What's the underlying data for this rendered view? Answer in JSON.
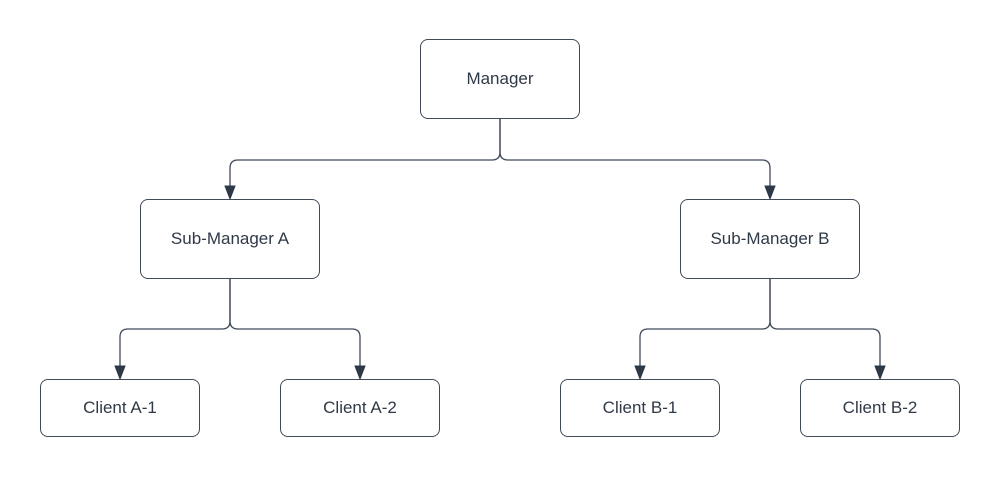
{
  "diagram": {
    "type": "org-chart",
    "colors": {
      "background": "#ffffff",
      "node_fill": "#ffffff",
      "stroke": "#404a59",
      "text": "#2f3947",
      "arrow": "#2e3947"
    },
    "nodes": [
      {
        "id": "manager",
        "label": "Manager"
      },
      {
        "id": "sub-manager-a",
        "label": "Sub-Manager A"
      },
      {
        "id": "sub-manager-b",
        "label": "Sub-Manager B"
      },
      {
        "id": "client-a-1",
        "label": "Client A-1"
      },
      {
        "id": "client-a-2",
        "label": "Client A-2"
      },
      {
        "id": "client-b-1",
        "label": "Client B-1"
      },
      {
        "id": "client-b-2",
        "label": "Client B-2"
      }
    ],
    "edges": [
      {
        "from": "Manager",
        "to": "Sub-Manager A"
      },
      {
        "from": "Manager",
        "to": "Sub-Manager B"
      },
      {
        "from": "Sub-Manager A",
        "to": "Client A-1"
      },
      {
        "from": "Sub-Manager A",
        "to": "Client A-2"
      },
      {
        "from": "Sub-Manager B",
        "to": "Client B-1"
      },
      {
        "from": "Sub-Manager B",
        "to": "Client B-2"
      }
    ]
  }
}
